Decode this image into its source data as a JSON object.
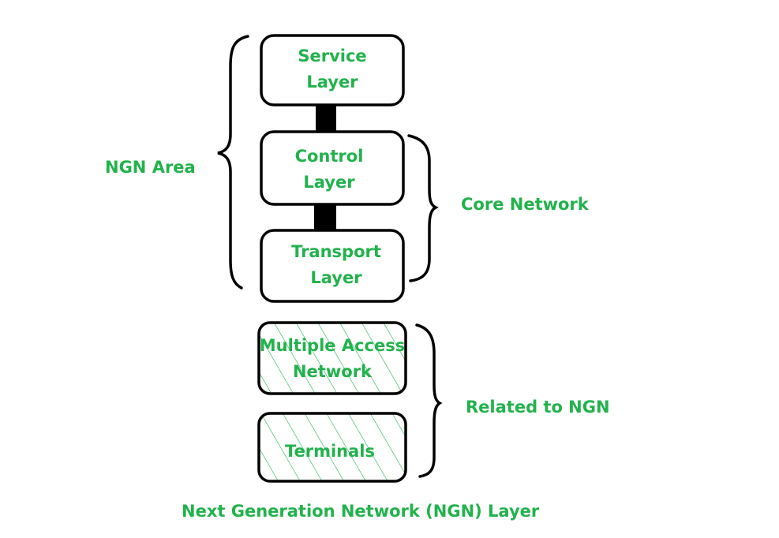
{
  "diagram": {
    "layers": {
      "service": [
        "Service",
        "Layer"
      ],
      "control": [
        "Control",
        "Layer"
      ],
      "transport": [
        "Transport",
        "Layer"
      ],
      "access": [
        "Multiple Access",
        "Network"
      ],
      "terminals": [
        "Terminals"
      ]
    },
    "braces": {
      "ngn_area": "NGN Area",
      "core_network": "Core Network",
      "related": "Related to NGN"
    },
    "caption": "Next Generation Network (NGN) Layer"
  },
  "colors": {
    "text": "#22b24c",
    "stroke": "#000000",
    "hatch": "#22b24c",
    "background": "#ffffff"
  }
}
